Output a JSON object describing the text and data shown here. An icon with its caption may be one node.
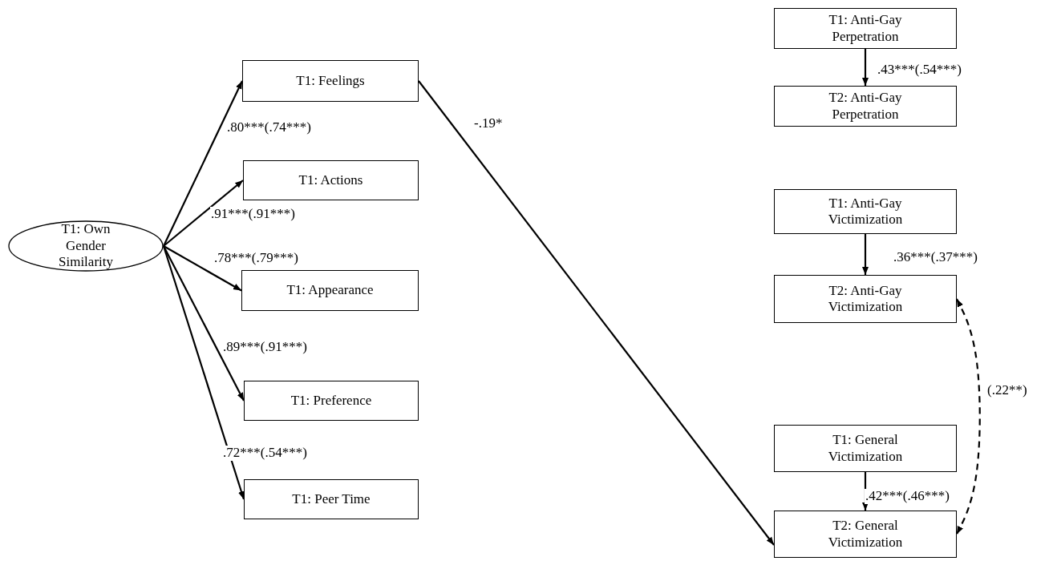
{
  "diagram": {
    "nodes": [
      {
        "text": [
          "T1: Own Gender Similarity"
        ]
      },
      {
        "text": [
          "T1: Feelings"
        ]
      },
      {
        "text": [
          "T1: Actions"
        ]
      },
      {
        "text": [
          "T1: Appearance"
        ]
      },
      {
        "text": [
          "T1: Preference"
        ]
      },
      {
        "text": [
          "T1: Peer Time"
        ]
      },
      {
        "text": [
          "T1: Anti-Gay Perpetration"
        ]
      },
      {
        "text": [
          "T2: Anti-Gay Perpetration"
        ]
      },
      {
        "text": [
          "T1: Anti-Gay Victimization"
        ]
      },
      {
        "text": [
          "T2: Anti-Gay Victimization"
        ]
      },
      {
        "text": [
          "T1: General Victimization"
        ]
      },
      {
        "text": [
          "T2: General Victimization"
        ]
      }
    ],
    "edges": [
      {
        "from": 0,
        "to": 1,
        "arrow": "to",
        "label": ".80***(.74***)"
      },
      {
        "from": 0,
        "to": 2,
        "arrow": "to",
        "label": ".91***(.91***)"
      },
      {
        "from": 0,
        "to": 3,
        "arrow": "to",
        "label": ".78***(.79***)"
      },
      {
        "from": 0,
        "to": 4,
        "arrow": "to",
        "label": ".89***(.91***)"
      },
      {
        "from": 0,
        "to": 5,
        "arrow": "to",
        "label": ".72***(.54***)"
      },
      {
        "from": 1,
        "to": 11,
        "arrow": "to",
        "label": "-.19*"
      },
      {
        "from": 6,
        "to": 7,
        "arrow": "to",
        "label": ".43***(.54***)"
      },
      {
        "from": 8,
        "to": 9,
        "arrow": "to",
        "label": ".36***(.37***)"
      },
      {
        "from": 10,
        "to": 11,
        "arrow": "to",
        "label": ".42***(.46***)"
      },
      {
        "from": 9,
        "to": 11,
        "arrow": "both",
        "label": "(.22**)",
        "style": "dashed"
      }
    ]
  }
}
